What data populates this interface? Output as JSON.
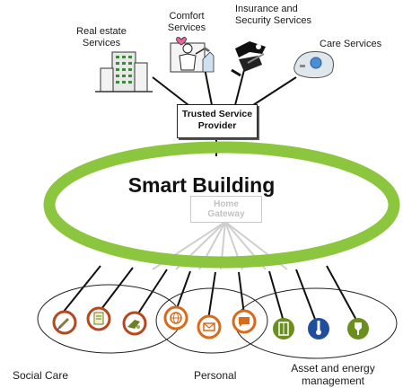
{
  "diagram": {
    "services": [
      {
        "name": "Real estate Services",
        "line1": "Real estate",
        "line2": "Services",
        "icon": "building-icon"
      },
      {
        "name": "Comfort Services",
        "line1": "Comfort",
        "line2": "Services",
        "icon": "handyman-icon"
      },
      {
        "name": "Insurance and Security Services",
        "line1": "Insurance and",
        "line2": "Security Services",
        "icon": "security-tools-icon"
      },
      {
        "name": "Care Services",
        "line1": "Care Services",
        "line2": "",
        "icon": "care-device-icon"
      }
    ],
    "provider": {
      "line1": "Trusted Service",
      "line2": "Provider"
    },
    "ring_label": "Smart Building",
    "gateway": {
      "line1": "Home",
      "line2": "Gateway"
    },
    "categories": [
      {
        "line1": "Social Care",
        "line2": ""
      },
      {
        "line1": "Personal",
        "line2": ""
      },
      {
        "line1": "Asset and energy",
        "line2": "management"
      }
    ],
    "device_icons": [
      {
        "name": "syringe-icon",
        "category": "Social Care"
      },
      {
        "name": "notepad-icon",
        "category": "Social Care"
      },
      {
        "name": "pills-icon",
        "category": "Social Care"
      },
      {
        "name": "globe-icon",
        "category": "Personal"
      },
      {
        "name": "mail-icon",
        "category": "Personal"
      },
      {
        "name": "chat-icon",
        "category": "Personal"
      },
      {
        "name": "door-icon",
        "category": "Asset and energy management"
      },
      {
        "name": "thermometer-icon",
        "category": "Asset and energy management"
      },
      {
        "name": "plug-icon",
        "category": "Asset and energy management"
      }
    ],
    "colors": {
      "ring": "#8cc63f",
      "social_care_icon": "#b5481e",
      "personal_icon": "#d96a1a",
      "energy_icon_green": "#6a8f1f",
      "energy_icon_blue": "#1f4e9c"
    }
  }
}
